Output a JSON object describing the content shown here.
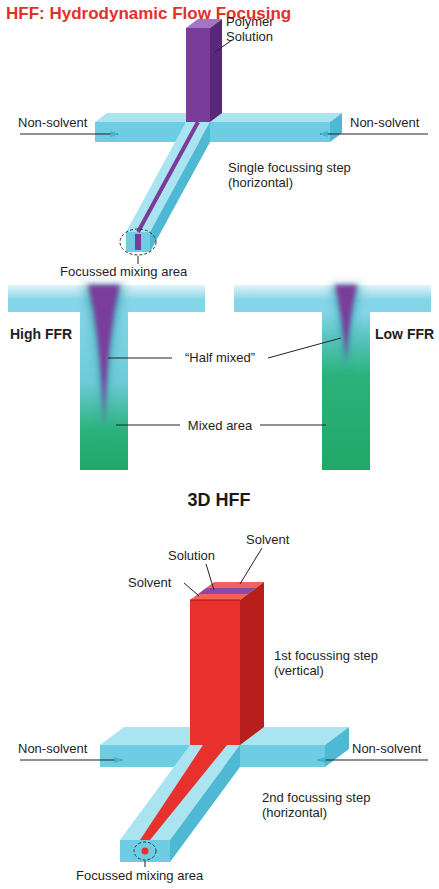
{
  "diagram": {
    "title": "HFF: Hydrodynamic Flow Focusing",
    "labels": [
      "Polymer Solution",
      "Non-solvent",
      "Non-solvent",
      "Single focussing step (horizontal)",
      "Focussed mixing area",
      "High FFR",
      "Low FFR",
      "“Half mixed”",
      "Mixed area",
      "3D HFF",
      "Solvent",
      "Solution",
      "Solvent",
      "1st focussing step (vertical)",
      "Non-solvent",
      "Non-solvent",
      "2nd focussing step (horizontal)",
      "Focussed mixing area"
    ]
  }
}
